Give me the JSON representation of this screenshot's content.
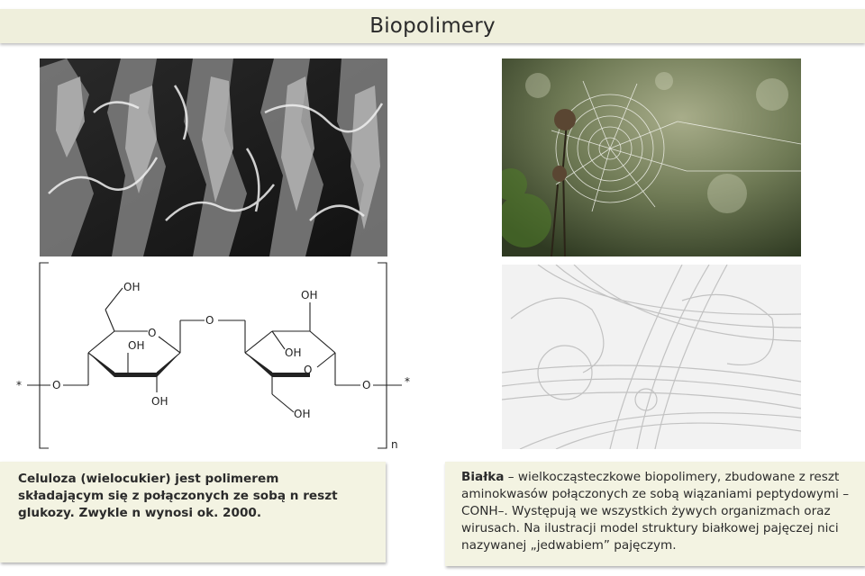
{
  "title": "Biopolimery",
  "images": {
    "micro": "micrograph of cellulose fibres",
    "web": "spider web on a plant stem",
    "protein": "model of spider-silk protein strands"
  },
  "formula": {
    "labels": {
      "oh_top_left": "OH",
      "oh_top_right": "OH",
      "oh_mid_left": "OH",
      "oh_mid_right": "OH",
      "oh_bot_left": "OH",
      "oh_bot_right": "OH",
      "o_bridge": "O",
      "o_ring_left": "O",
      "o_ring_right": "O",
      "o_end_left": "O",
      "o_end_right": "O",
      "star_left": "*",
      "star_right": "*",
      "n": "n"
    }
  },
  "captions": {
    "left": "Celuloza (wielocukier) jest polimerem składającym się z połączonych ze sobą n reszt glukozy. Zwykle n wynosi ok. 2000.",
    "right_term": "Białka",
    "right_text": " – wielkocząsteczkowe biopolimery, zbudowane z reszt aminokwasów połączonych ze sobą wiązaniami peptydowymi –CONH–. Występują we wszystkich żywych organizmach oraz wirusach. Na ilustracji model struktury białkowej pajęczej nici nazywanej „jedwabiem” pajęczym."
  }
}
